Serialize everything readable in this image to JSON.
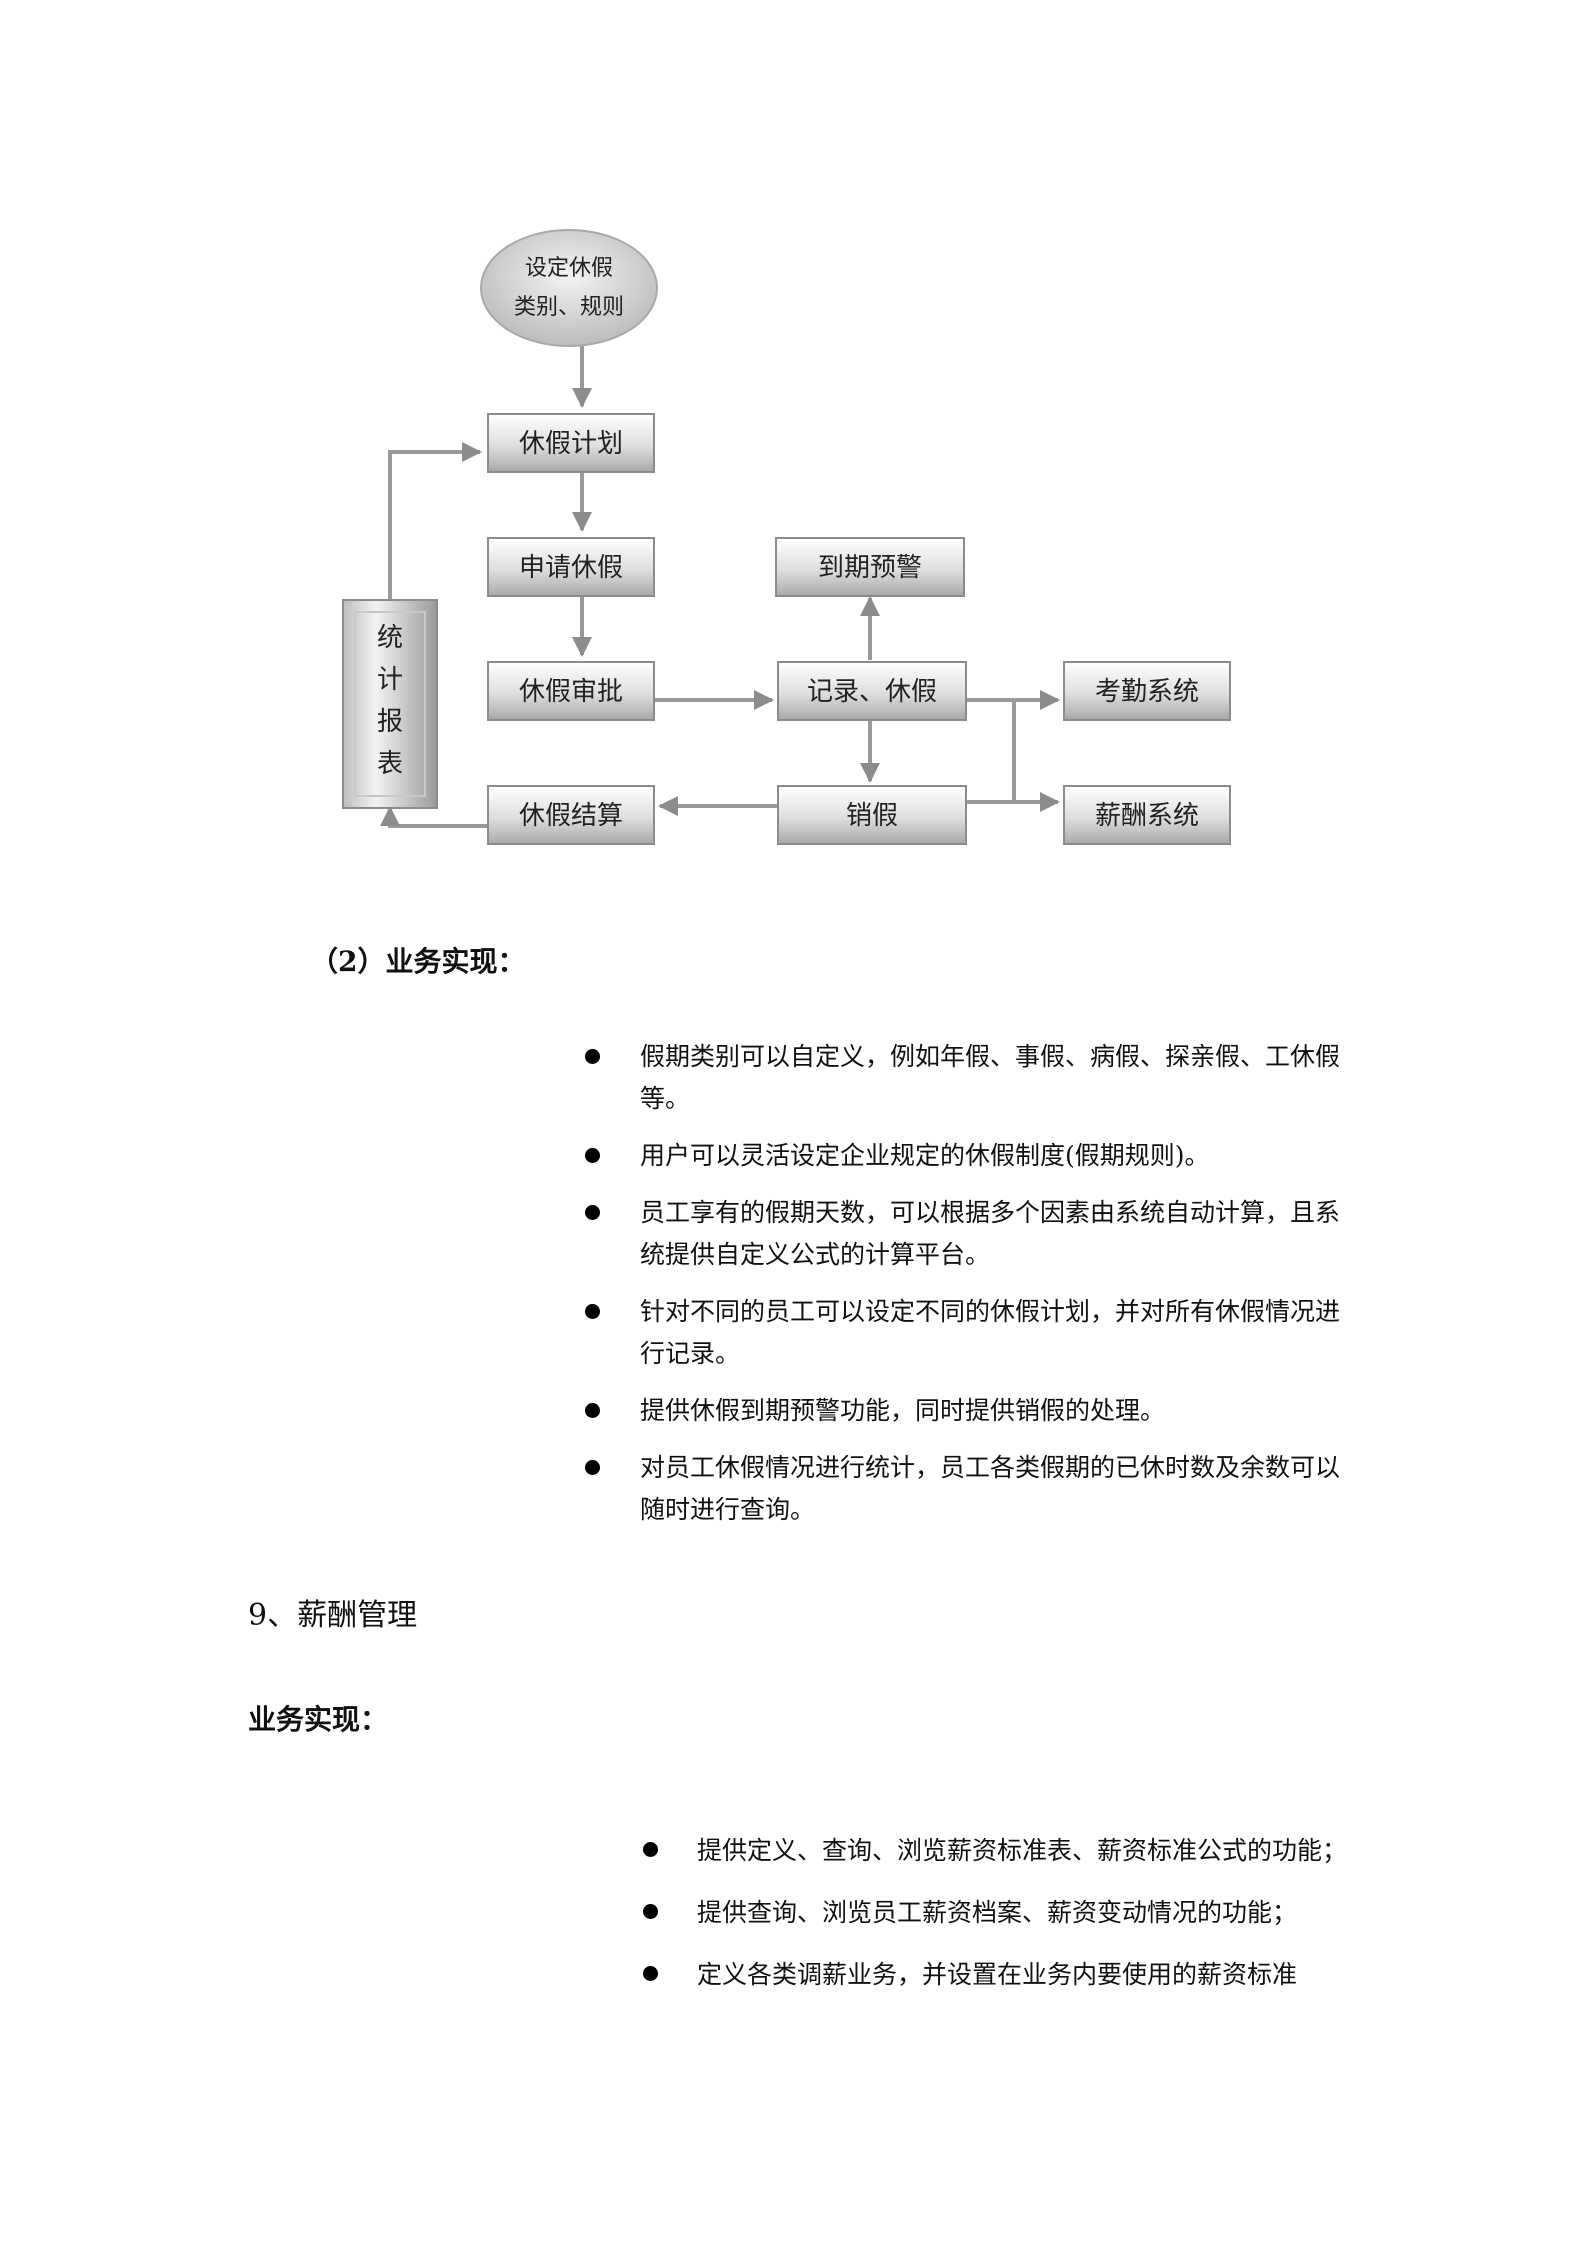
{
  "diagram": {
    "start": {
      "line1": "设定休假",
      "line2": "类别、规则"
    },
    "plan": "休假计划",
    "apply": "申请休假",
    "approve": "休假审批",
    "record": "记录、休假",
    "warning": "到期预警",
    "attendance": "考勤系统",
    "salary": "薪酬系统",
    "cancel": "销假",
    "settle": "休假结算",
    "report": [
      "统",
      "计",
      "报",
      "表"
    ]
  },
  "section2": {
    "label": "（2）业务实现：",
    "bullets": [
      "假期类别可以自定义，例如年假、事假、病假、探亲假、工休假等。",
      "用户可以灵活设定企业规定的休假制度(假期规则)。",
      "员工享有的假期天数，可以根据多个因素由系统自动计算，且系统提供自定义公式的计算平台。",
      "针对不同的员工可以设定不同的休假计划，并对所有休假情况进行记录。",
      "提供休假到期预警功能，同时提供销假的处理。",
      "对员工休假情况进行统计，员工各类假期的已休时数及余数可以随时进行查询。"
    ]
  },
  "section9": {
    "heading": "9、薪酬管理",
    "label": "业务实现：",
    "bullets": [
      "提供定义、查询、浏览薪资标准表、薪资标准公式的功能；",
      "提供查询、浏览员工薪资档案、薪资变动情况的功能；",
      "定义各类调薪业务，并设置在业务内要使用的薪资标准"
    ]
  }
}
